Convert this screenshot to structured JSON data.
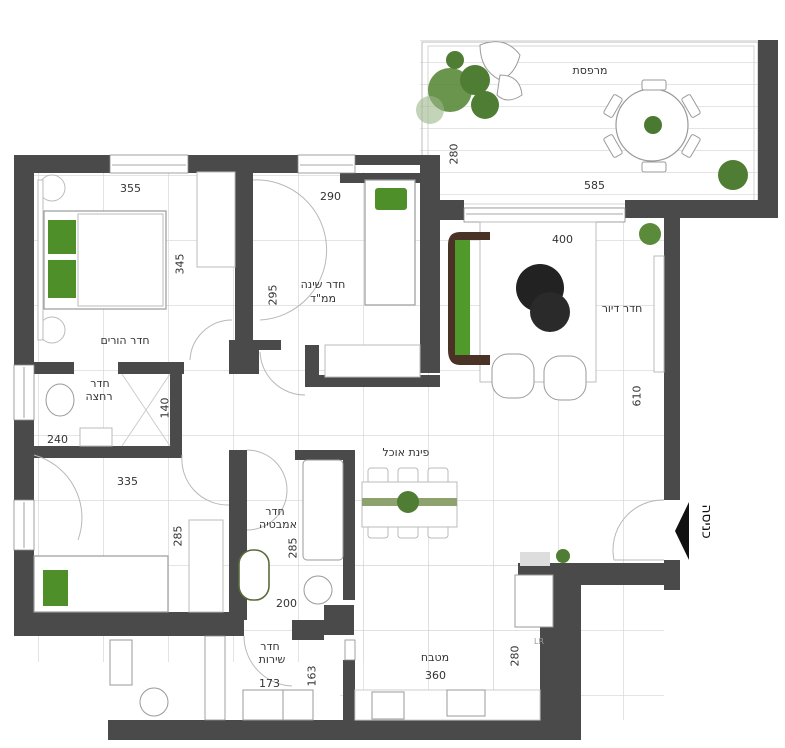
{
  "colors": {
    "wall": "#4a4a4a",
    "floor": "#ffffff",
    "grid": "#cfcfcf",
    "plant_green": "#5a8a3a",
    "pillow_green": "#4f8f2a",
    "sofa_brown": "#4a3326",
    "table_black": "#222222",
    "text": "#333333"
  },
  "rooms": {
    "balcony": {
      "label": "מרפסת",
      "width": "585",
      "depth": "280"
    },
    "master_bedroom": {
      "label": "חדר הורים",
      "width": "355",
      "depth": "345"
    },
    "safe_room": {
      "label_line1": "חדר שינה",
      "label_line2": "ממ\"ד",
      "width": "290",
      "depth": "295"
    },
    "living_room": {
      "label": "חדר דיור",
      "width": "400",
      "depth": "610"
    },
    "master_bath": {
      "label_line1": "חדר",
      "label_line2": "רחצה",
      "width": "240",
      "depth": "140"
    },
    "bedroom_2": {
      "width": "335",
      "depth": "285"
    },
    "bathroom": {
      "label_line1": "חדר",
      "label_line2": "אמבטיה",
      "width": "200",
      "depth": "285"
    },
    "dining": {
      "label": "פינת אוכל"
    },
    "kitchen": {
      "label": "מטבח",
      "width": "360",
      "depth": "280",
      "appliance_tag": "LR"
    },
    "utility": {
      "label_line1": "חדר",
      "label_line2": "שירות",
      "width": "173",
      "depth": "163"
    }
  },
  "entrance": {
    "label": "כניסה",
    "icon": "arrow-left-icon"
  }
}
